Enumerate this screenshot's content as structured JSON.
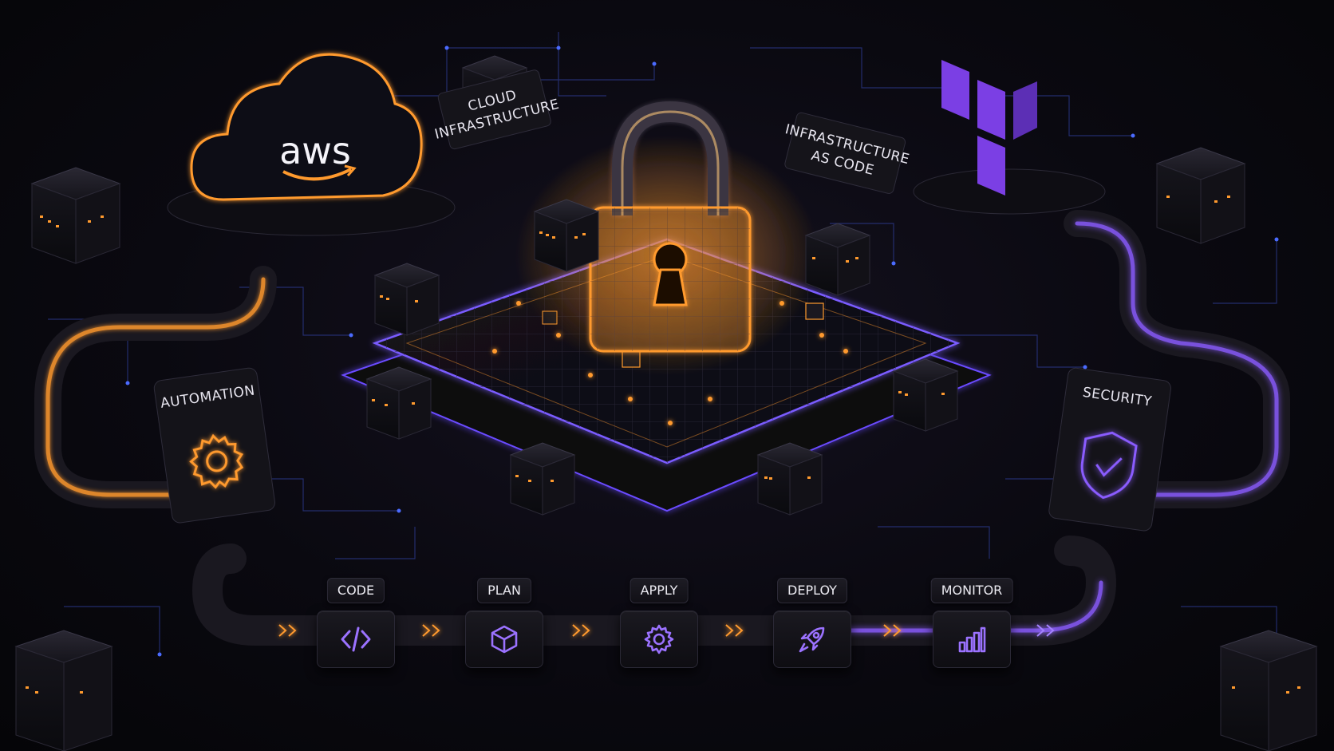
{
  "labels": {
    "cloud": [
      "CLOUD",
      "INFRASTRUCTURE"
    ],
    "iac": [
      "INFRASTRUCTURE",
      "AS CODE"
    ],
    "automation": "AUTOMATION",
    "security": "SECURITY",
    "aws_logo": "aws"
  },
  "pipeline": {
    "stages": [
      {
        "label": "CODE",
        "icon": "code-icon"
      },
      {
        "label": "PLAN",
        "icon": "cube-icon"
      },
      {
        "label": "APPLY",
        "icon": "gear-icon"
      },
      {
        "label": "DEPLOY",
        "icon": "rocket-icon"
      },
      {
        "label": "MONITOR",
        "icon": "bar-chart-icon"
      }
    ]
  },
  "colors": {
    "orange": "#ff9a2e",
    "purple": "#8a5cff",
    "blue": "#3a6dff",
    "background": "#07070c"
  }
}
